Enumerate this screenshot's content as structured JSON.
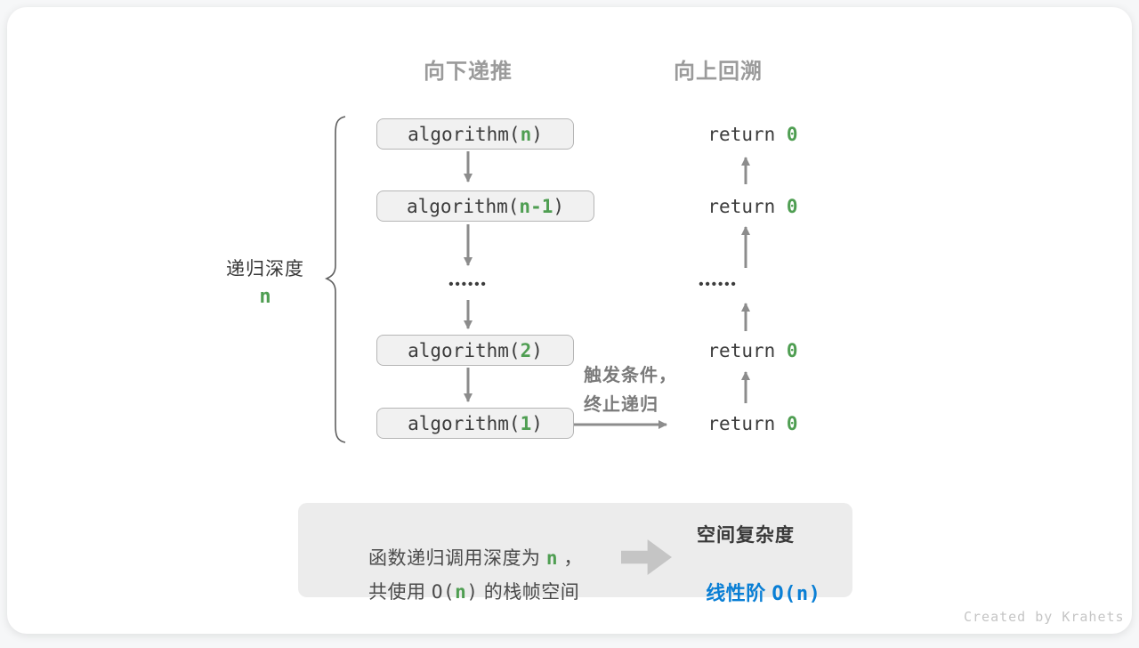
{
  "headers": {
    "down": "向下递推",
    "up": "向上回溯"
  },
  "depth_label": {
    "text": "递归深度",
    "var": "n"
  },
  "calls": [
    {
      "pre": "algorithm(",
      "arg": "n",
      "post": ")"
    },
    {
      "pre": "algorithm(",
      "arg": "n-1",
      "post": ")"
    },
    {
      "pre": "algorithm(",
      "arg": "2",
      "post": ")"
    },
    {
      "pre": "algorithm(",
      "arg": "1",
      "post": ")"
    }
  ],
  "returns": [
    {
      "pre": "return ",
      "val": "0"
    },
    {
      "pre": "return ",
      "val": "0"
    },
    {
      "pre": "return ",
      "val": "0"
    },
    {
      "pre": "return ",
      "val": "0"
    }
  ],
  "dots": "••••••",
  "trigger": {
    "line1": "触发条件，",
    "line2": "终止递归"
  },
  "summary": {
    "line1_pre": "函数递归调用深度为 ",
    "line1_var": "n",
    "line1_post": " ，",
    "line2_pre": "共使用 ",
    "line2_o": "O(",
    "line2_var": "n",
    "line2_close": ")",
    "line2_post": " 的栈帧空间",
    "right_title": "空间复杂度",
    "result_pre": "线性阶 ",
    "result_o": "O(",
    "result_var": "n",
    "result_close": ")"
  },
  "watermark": "Created by Krahets",
  "colors": {
    "green": "#4f9e52",
    "blue": "#0a7fd5",
    "arrow": "#8c8c8c",
    "muted-header": "#9b9b9b",
    "trigger-gray": "#7a7a7a",
    "box-bg": "#f1f1f1",
    "box-border": "#b6b6b6",
    "summary-bg": "#ececec",
    "block-arrow": "#c5c5c5",
    "watermark": "#c5c5c5"
  }
}
